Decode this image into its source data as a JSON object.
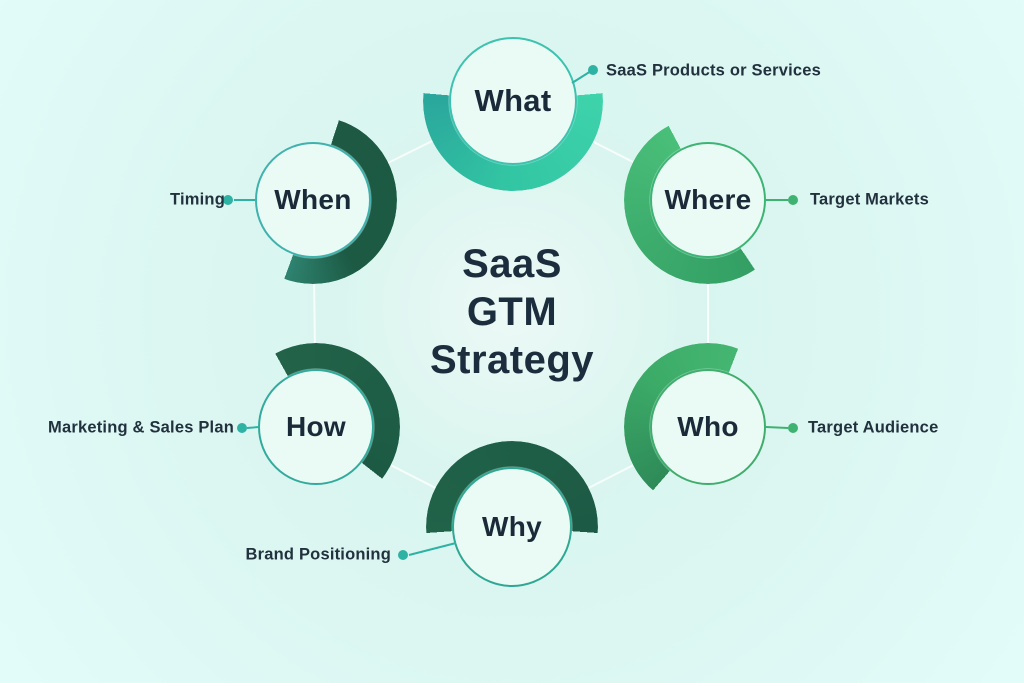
{
  "title": {
    "line1": "SaaS",
    "line2": "GTM",
    "line3": "Strategy"
  },
  "nodes": [
    {
      "id": "what",
      "label": "What",
      "annotation": "SaaS Products or Services"
    },
    {
      "id": "when",
      "label": "When",
      "annotation": "Timing"
    },
    {
      "id": "where",
      "label": "Where",
      "annotation": "Target Markets"
    },
    {
      "id": "how",
      "label": "How",
      "annotation": "Marketing & Sales Plan"
    },
    {
      "id": "who",
      "label": "Who",
      "annotation": "Target Audience"
    },
    {
      "id": "why",
      "label": "Why",
      "annotation": "Brand Positioning"
    }
  ],
  "colors": {
    "background": "#dcf6f1",
    "circle_fill": "#eafaf5",
    "text_dark": "#1c2d3d",
    "arc_teal": "#32c5a3",
    "arc_dark_green": "#1c5a44",
    "arc_mid_green": "#3eae6e",
    "connector_teal": "#2eb2a4",
    "connector_green": "#3db271"
  }
}
